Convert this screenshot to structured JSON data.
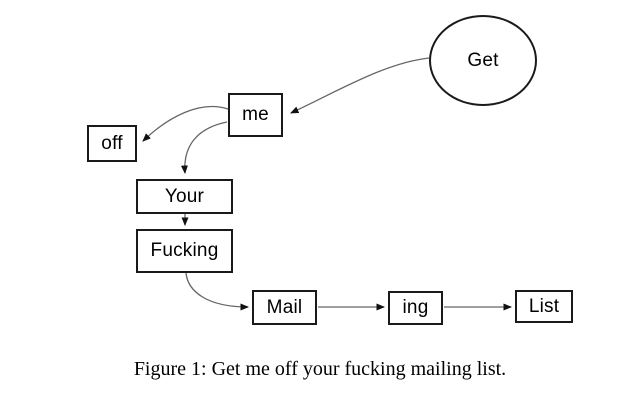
{
  "diagram": {
    "nodes": {
      "get": {
        "label": "Get",
        "shape": "ellipse"
      },
      "me": {
        "label": "me",
        "shape": "rect"
      },
      "off": {
        "label": "off",
        "shape": "rect"
      },
      "your": {
        "label": "Your",
        "shape": "rect"
      },
      "fucking": {
        "label": "Fucking",
        "shape": "rect"
      },
      "mail": {
        "label": "Mail",
        "shape": "rect"
      },
      "ing": {
        "label": "ing",
        "shape": "rect"
      },
      "list": {
        "label": "List",
        "shape": "rect"
      }
    },
    "edges": [
      {
        "from": "get",
        "to": "me"
      },
      {
        "from": "me",
        "to": "off"
      },
      {
        "from": "me",
        "to": "your"
      },
      {
        "from": "your",
        "to": "fucking"
      },
      {
        "from": "fucking",
        "to": "mail"
      },
      {
        "from": "mail",
        "to": "ing"
      },
      {
        "from": "ing",
        "to": "list"
      }
    ],
    "colors": {
      "node_border": "#1a1a1a",
      "edge_stroke": "#666666",
      "arrowhead": "#111111",
      "background": "#ffffff",
      "text": "#000000"
    }
  },
  "caption": {
    "text": "Figure 1: Get me off your fucking mailing list."
  }
}
